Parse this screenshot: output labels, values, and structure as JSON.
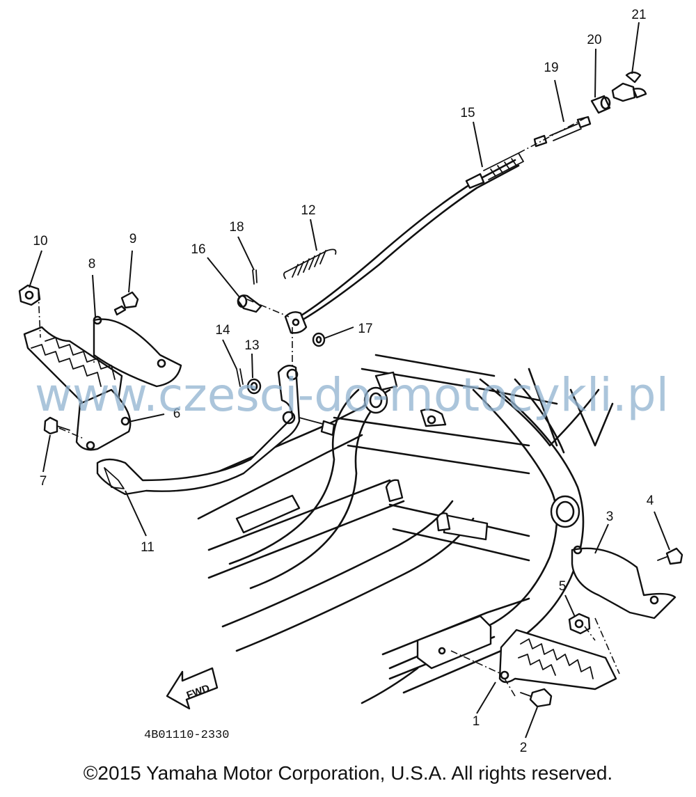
{
  "diagram": {
    "callouts": [
      "1",
      "2",
      "3",
      "4",
      "5",
      "6",
      "7",
      "8",
      "9",
      "10",
      "11",
      "12",
      "13",
      "14",
      "15",
      "16",
      "17",
      "18",
      "19",
      "20",
      "21"
    ],
    "fwd_arrow_label": "FWD",
    "part_code": "4B01110-2330",
    "watermark": "www.czesci-do-motocykli.pl",
    "copyright": "©2015 Yamaha Motor Corporation, U.S.A. All rights reserved."
  }
}
